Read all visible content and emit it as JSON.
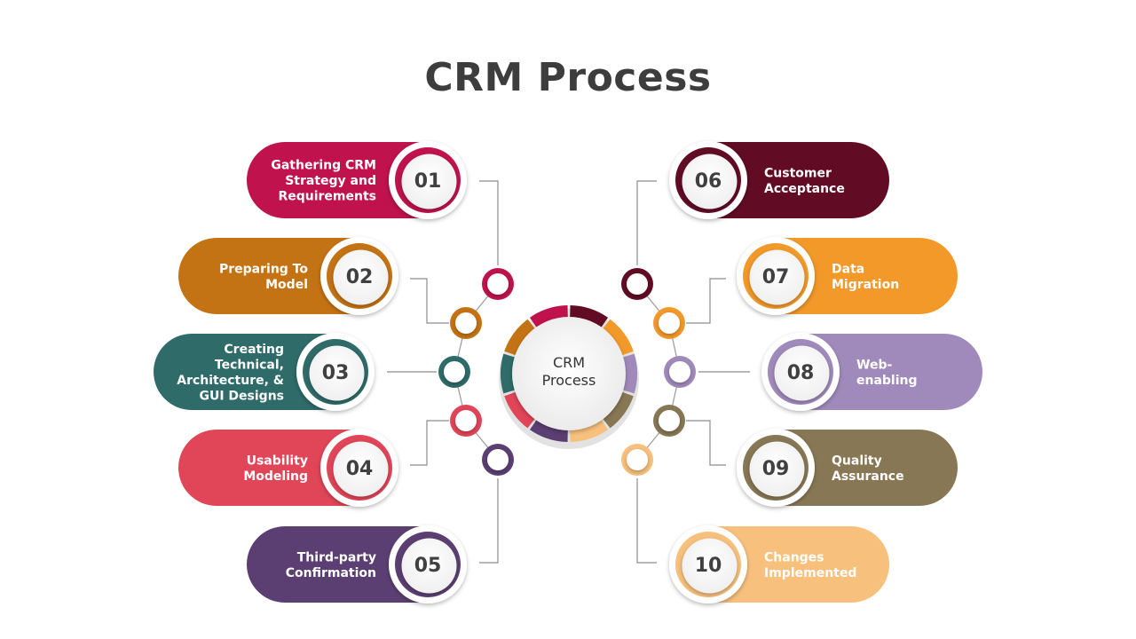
{
  "title": "CRM Process",
  "center": {
    "lines": [
      "CRM",
      "Process"
    ]
  },
  "steps": [
    {
      "number": "01",
      "lines": [
        "Gathering CRM",
        "Strategy and",
        "Requirements"
      ],
      "color": "#c0124d",
      "side": "left"
    },
    {
      "number": "02",
      "lines": [
        "Preparing To",
        "Model"
      ],
      "color": "#c47314",
      "side": "left"
    },
    {
      "number": "03",
      "lines": [
        "Creating",
        "Technical,",
        "Architecture, &",
        "GUI Designs"
      ],
      "color": "#2e6b69",
      "side": "left"
    },
    {
      "number": "04",
      "lines": [
        "Usability",
        "Modeling"
      ],
      "color": "#e04558",
      "side": "left"
    },
    {
      "number": "05",
      "lines": [
        "Third-party",
        "Confirmation"
      ],
      "color": "#5b3f72",
      "side": "left"
    },
    {
      "number": "06",
      "lines": [
        "Customer",
        "Acceptance"
      ],
      "color": "#620b25",
      "side": "right"
    },
    {
      "number": "07",
      "lines": [
        "Data",
        "Migration"
      ],
      "color": "#f2992a",
      "side": "right"
    },
    {
      "number": "08",
      "lines": [
        "Web-",
        "enabling"
      ],
      "color": "#a08abb",
      "side": "right"
    },
    {
      "number": "09",
      "lines": [
        "Quality",
        "Assurance"
      ],
      "color": "#877754",
      "side": "right"
    },
    {
      "number": "10",
      "lines": [
        "Changes",
        "Implemented"
      ],
      "color": "#f7c07d",
      "side": "right"
    }
  ]
}
